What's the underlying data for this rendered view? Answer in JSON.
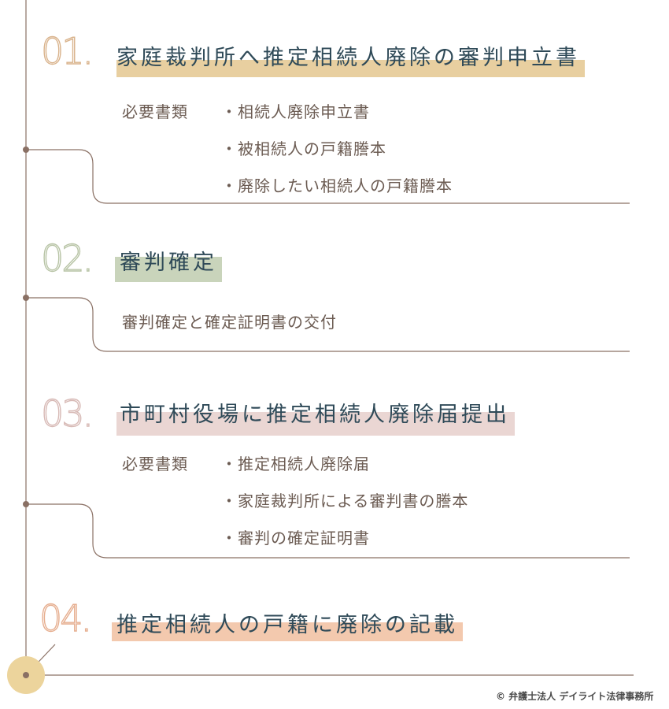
{
  "steps": [
    {
      "number": "01.",
      "title": "家庭裁判所へ推定相続人廃除の審判申立書",
      "color": "#e8cfa0",
      "requirements_label": "必要書類",
      "items": [
        "・相続人廃除申立書",
        "・被相続人の戸籍謄本",
        "・廃除したい相続人の戸籍謄本"
      ]
    },
    {
      "number": "02.",
      "title": "審判確定",
      "color": "#c9d4bb",
      "description": "審判確定と確定証明書の交付"
    },
    {
      "number": "03.",
      "title": "市町村役場に推定相続人廃除届提出",
      "color": "#ead6d3",
      "requirements_label": "必要書類",
      "items": [
        "・推定相続人廃除届",
        "・家庭裁判所による審判書の謄本",
        "・審判の確定証明書"
      ]
    },
    {
      "number": "04.",
      "title": "推定相続人の戸籍に廃除の記載",
      "color": "#f3c9ae"
    }
  ],
  "number_outline_colors": [
    "#d9b38c",
    "#b8c4a6",
    "#d7b9b5",
    "#e6ae8f"
  ],
  "line_color": "#8a7064",
  "end_circle_color": "#ecd49c",
  "copyright": "© 弁護士法人 デイライト法律事務所"
}
